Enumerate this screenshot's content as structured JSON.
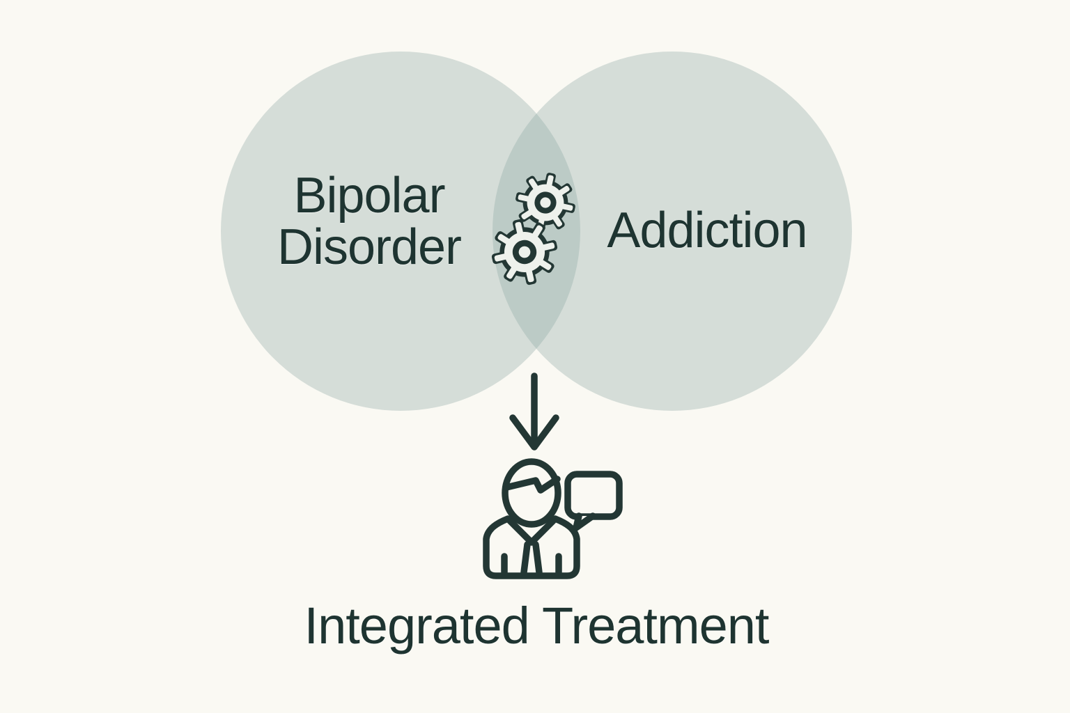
{
  "colors": {
    "bg": "#faf9f3",
    "circle-fill": "#90a9a659",
    "ink": "#1e3431",
    "icon": "#233734",
    "gear-light": "#eef1ec"
  },
  "venn": {
    "left_label": "Bipolar Disorder",
    "right_label": "Addiction",
    "overlap_icon": "gears-icon",
    "arrow_icon": "arrow-down-icon",
    "result_icon": "counselor-speech-bubble-icon",
    "result_label": "Integrated Treatment"
  }
}
